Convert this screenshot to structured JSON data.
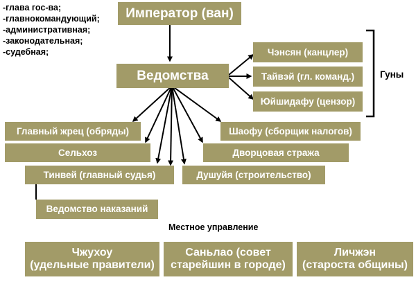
{
  "functions": [
    "-глава гос-ва;",
    "-главнокомандующий;",
    "-административная;",
    "-законодательная;",
    "-судебная;"
  ],
  "nodes": {
    "emperor": "Император (ван)",
    "departments": "Ведомства",
    "chensyan": "Чэнсян (канцлер)",
    "taiwei": "Тайвэй (гл. команд.)",
    "yuishidafu": "Юйшидафу (цензор)",
    "chief_priest": "Главный жрец (обряды)",
    "shaofu": "Шаофу (сборщик налогов)",
    "agriculture": "Сельхоз",
    "palace_guard": "Дворцовая стража",
    "tinvei": "Тинвей (главный судья)",
    "dushuiya": "Душуйя (строительство)",
    "punishments": "Ведомство наказаний"
  },
  "guny_label": "Гуны",
  "local_title": "Местное управление",
  "local": [
    {
      "line1": "Чжухоу",
      "line2": "(удельные правители)"
    },
    {
      "line1": "Саньлао (совет",
      "line2": "старейшин в городе)"
    },
    {
      "line1": "Личжэн",
      "line2": "(староста общины)"
    }
  ],
  "colors": {
    "box": "#a29b68",
    "text": "#ffffff",
    "arrow": "#000000"
  }
}
